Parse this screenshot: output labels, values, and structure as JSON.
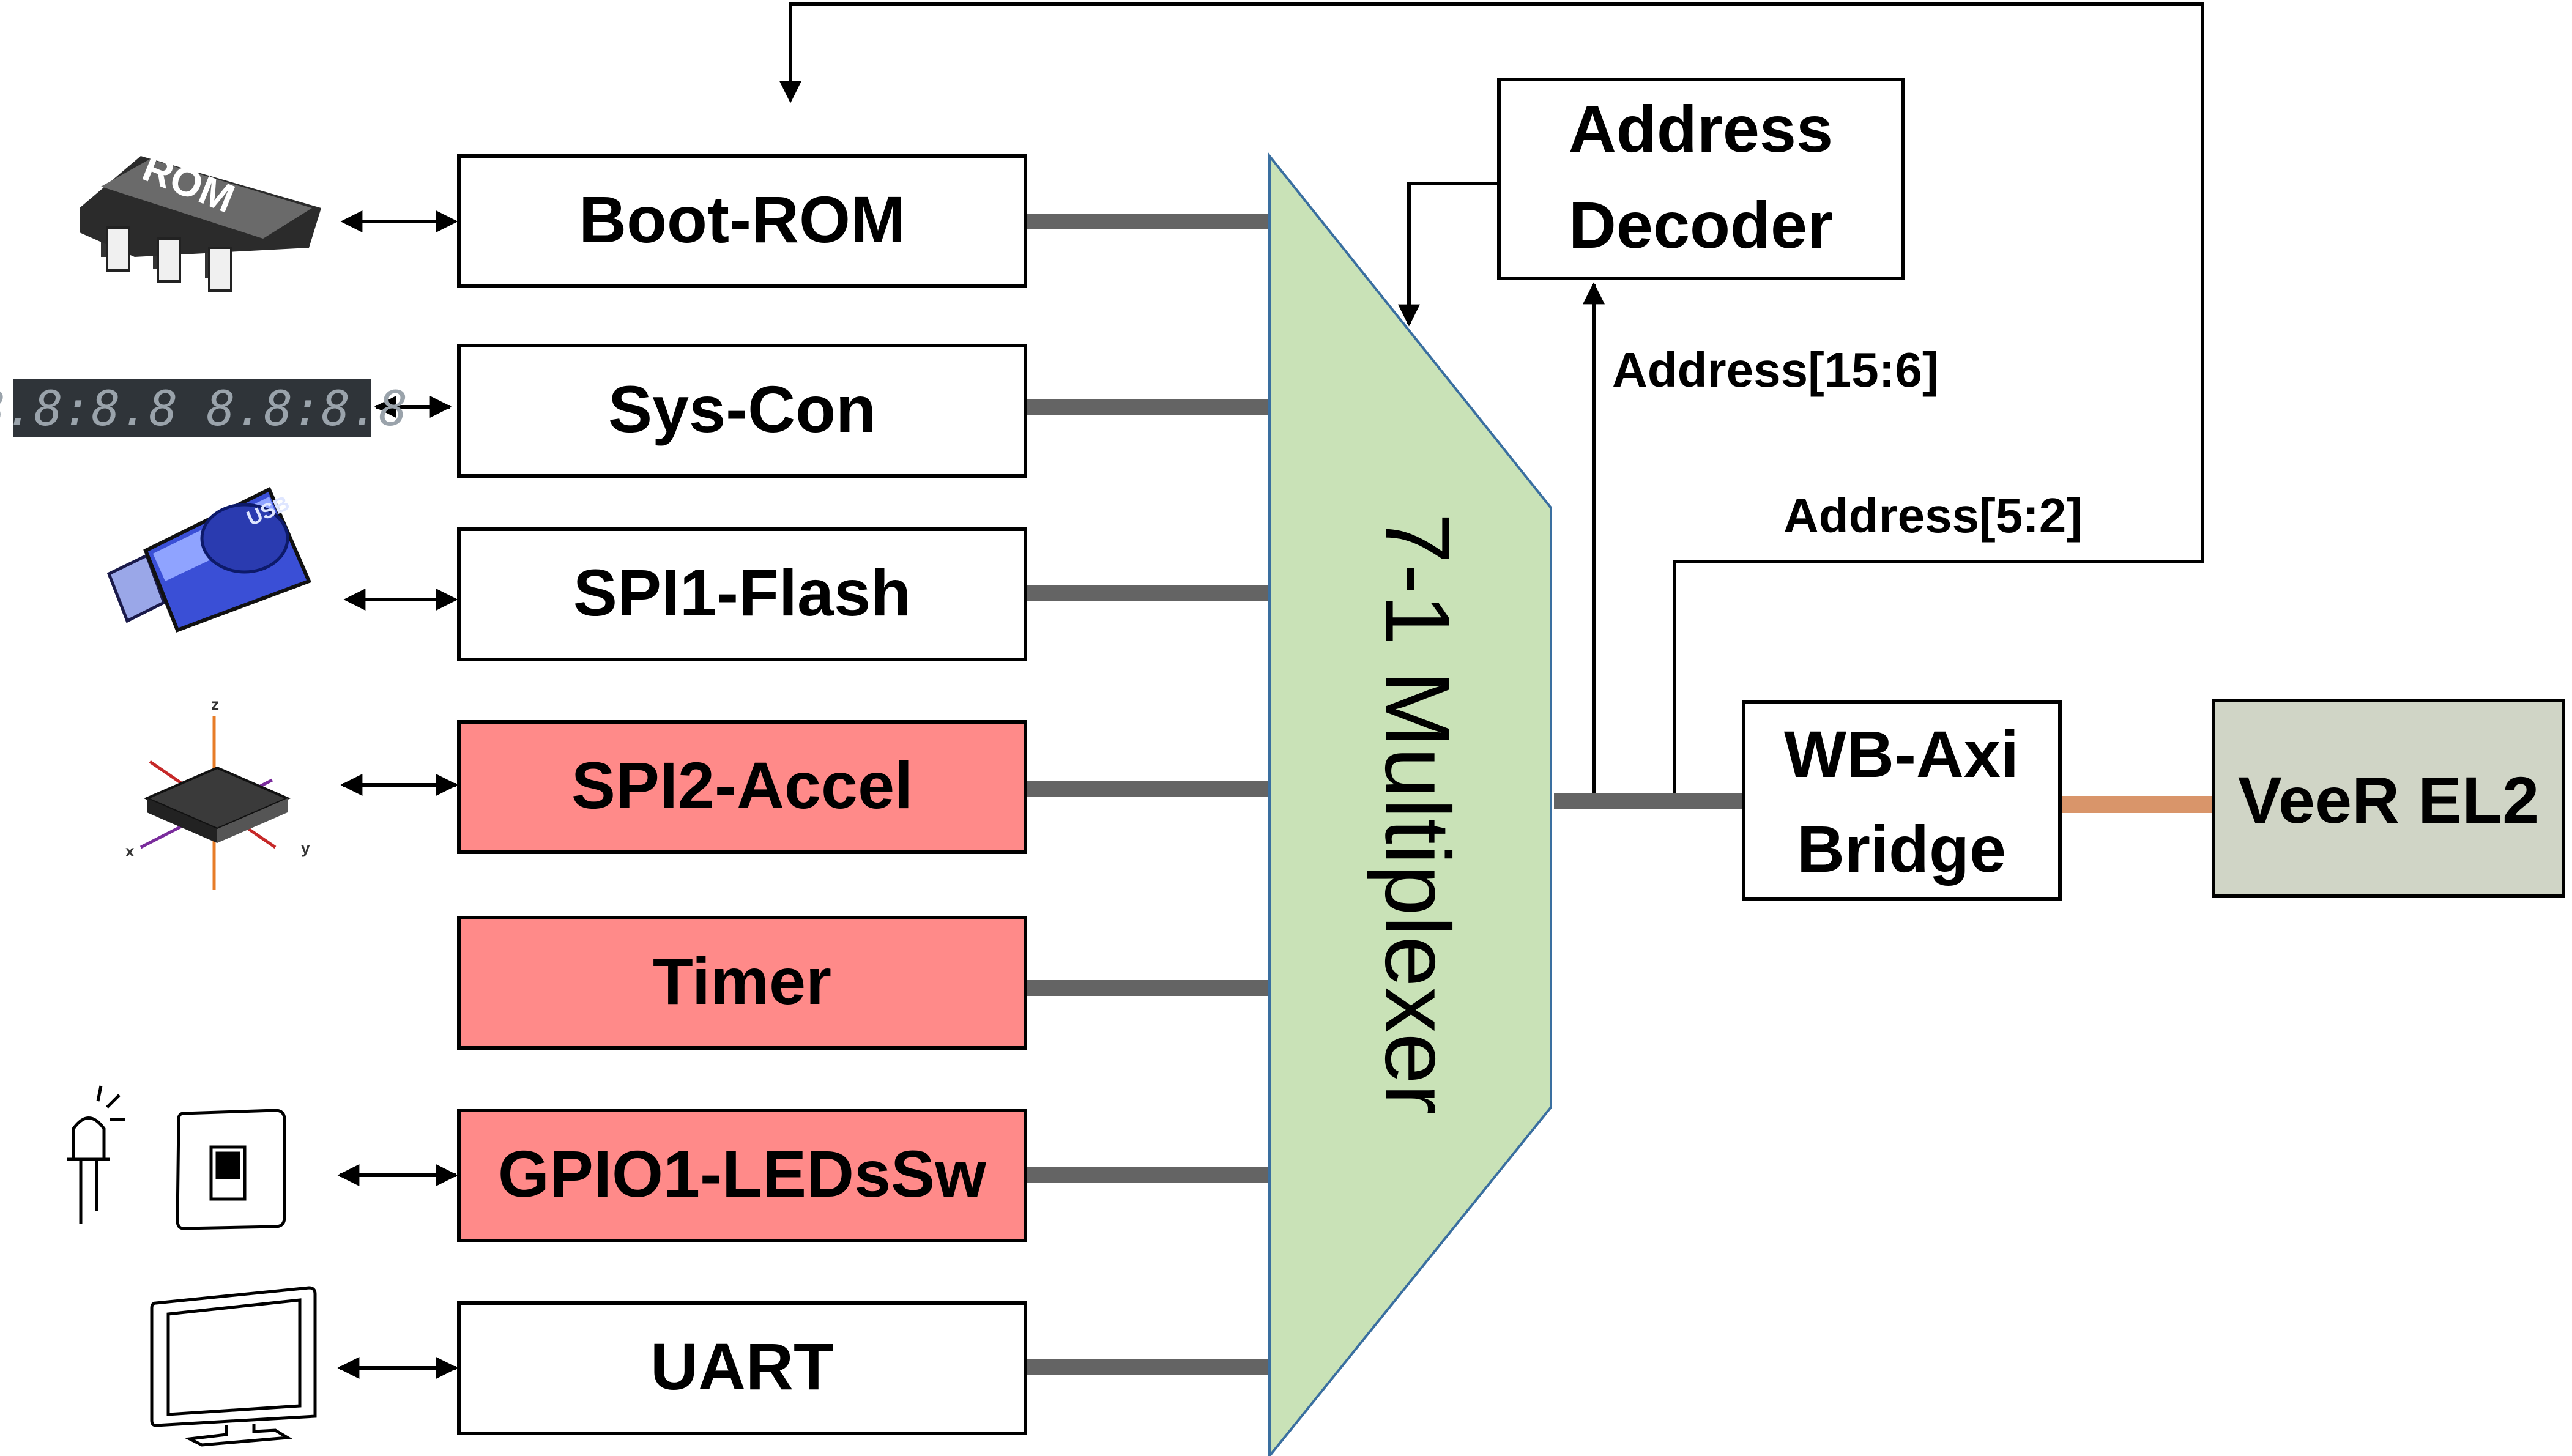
{
  "blocks": [
    {
      "id": "boot-rom",
      "label": "Boot-ROM",
      "highlight": false,
      "icon": "rom-chip-icon"
    },
    {
      "id": "sys-con",
      "label": "Sys-Con",
      "highlight": false,
      "icon": "seven-segment-display-icon"
    },
    {
      "id": "spi1-flash",
      "label": "SPI1-Flash",
      "highlight": false,
      "icon": "usb-flash-drive-icon"
    },
    {
      "id": "spi2-accel",
      "label": "SPI2-Accel",
      "highlight": true,
      "icon": "accelerometer-chip-icon"
    },
    {
      "id": "timer",
      "label": "Timer",
      "highlight": true,
      "icon": ""
    },
    {
      "id": "gpio1-ledssw",
      "label": "GPIO1-LEDsSw",
      "highlight": true,
      "icon": "led-and-switch-icon"
    },
    {
      "id": "uart",
      "label": "UART",
      "highlight": false,
      "icon": "monitor-icon"
    }
  ],
  "mux": {
    "label": "7-1 Multiplexer",
    "color": "#c9e2b7"
  },
  "decoder": {
    "line1": "Address",
    "line2": "Decoder"
  },
  "bridge": {
    "line1": "WB-Axi",
    "line2": "Bridge"
  },
  "core": {
    "label": "VeeR EL2",
    "color": "#d0d5c6"
  },
  "signals": {
    "addr_high": "Address[15:6]",
    "addr_low": "Address[5:2]"
  },
  "icon_text": {
    "rom": "ROM",
    "seg_display": "8.8:8.8 8.8:8.8",
    "usb": "USB",
    "axis_z": "z",
    "axis_x": "x",
    "axis_y": "y"
  },
  "colors": {
    "highlight": "#ff8a89",
    "bus": "#646464",
    "core_link": "#d9956a"
  }
}
